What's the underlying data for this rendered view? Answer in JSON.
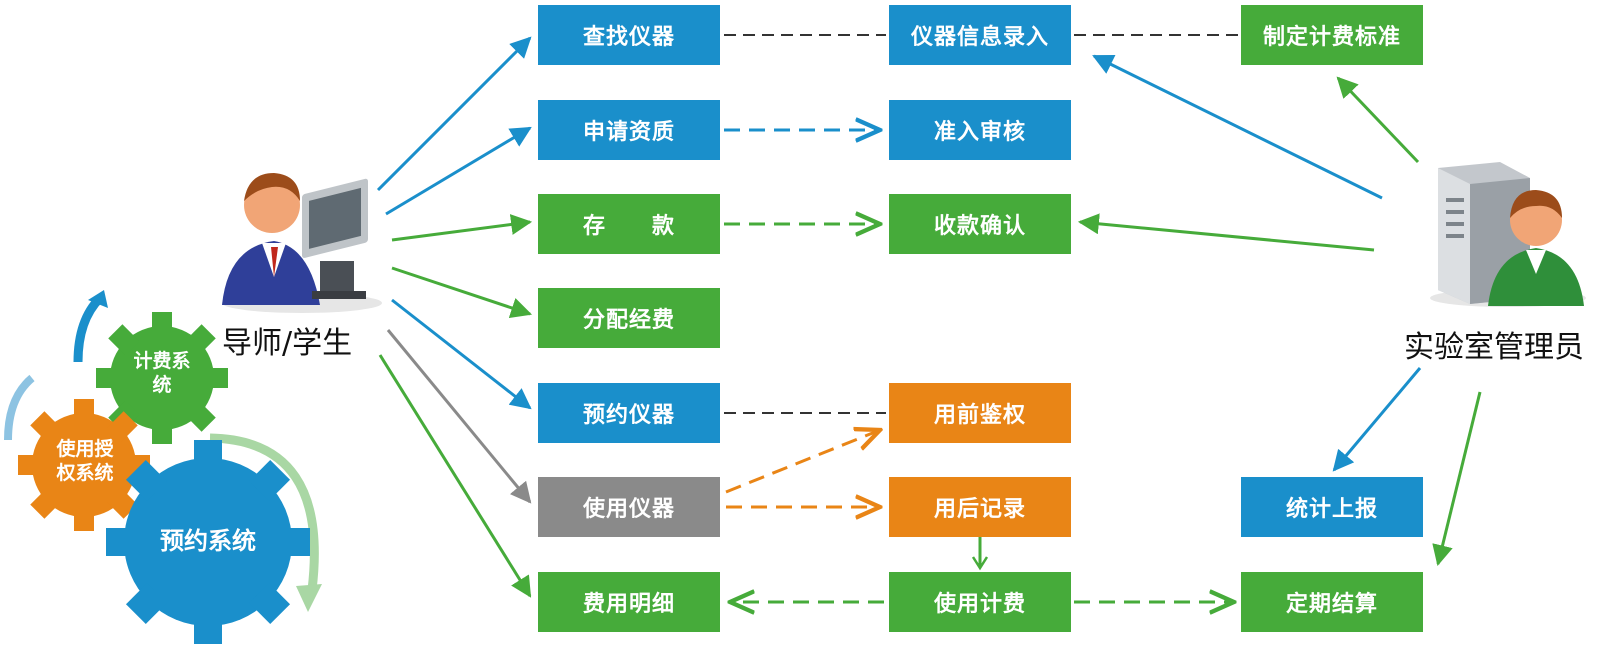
{
  "actors": {
    "teacher_student": "导师/学生",
    "lab_admin": "实验室管理员"
  },
  "boxes": {
    "find_instrument": "查找仪器",
    "apply_qualification": "申请资质",
    "deposit": "存　　款",
    "allocate_funds": "分配经费",
    "book_instrument": "预约仪器",
    "use_instrument": "使用仪器",
    "fee_details": "费用明细",
    "instrument_info_entry": "仪器信息录入",
    "access_review": "准入审核",
    "payment_confirm": "收款确认",
    "pre_use_auth": "用前鉴权",
    "post_use_record": "用后记录",
    "usage_billing": "使用计费",
    "set_fee_standard": "制定计费标准",
    "stats_report": "统计上报",
    "periodic_settlement": "定期结算"
  },
  "gears": {
    "billing_system": "计费系统",
    "auth_system": "使用授权系统",
    "booking_system": "预约系统"
  },
  "colors": {
    "blue": "#1a8fcb",
    "green": "#46ab3a",
    "orange": "#e98516",
    "gray": "#8a8a8a"
  }
}
